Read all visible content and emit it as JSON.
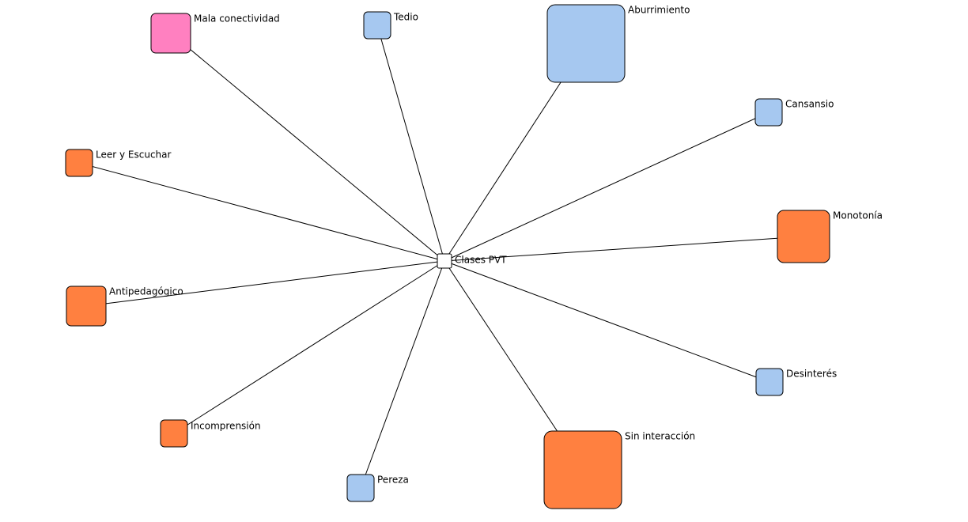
{
  "center": {
    "id": "clases",
    "label": "Clases PVT",
    "color": "#ffffff"
  },
  "colors": {
    "blue": "#a6c8f0",
    "orange": "#ff8040",
    "pink": "#ff80c0"
  },
  "nodes": [
    {
      "id": "mala",
      "label": "Mala conectividad",
      "color": "#ff80c0"
    },
    {
      "id": "tedio",
      "label": "Tedio",
      "color": "#a6c8f0"
    },
    {
      "id": "aburrimiento",
      "label": "Aburrimiento",
      "color": "#a6c8f0"
    },
    {
      "id": "cansansio",
      "label": "Cansansio",
      "color": "#a6c8f0"
    },
    {
      "id": "leer",
      "label": "Leer y Escuchar",
      "color": "#ff8040"
    },
    {
      "id": "monotonia",
      "label": "Monotonía",
      "color": "#ff8040"
    },
    {
      "id": "antipedagogico",
      "label": "Antipedagógico",
      "color": "#ff8040"
    },
    {
      "id": "desinteres",
      "label": "Desinterés",
      "color": "#a6c8f0"
    },
    {
      "id": "incomprension",
      "label": "Incomprensión",
      "color": "#ff8040"
    },
    {
      "id": "sininteraccion",
      "label": "Sin interacción",
      "color": "#ff8040"
    },
    {
      "id": "pereza",
      "label": "Pereza",
      "color": "#a6c8f0"
    }
  ]
}
